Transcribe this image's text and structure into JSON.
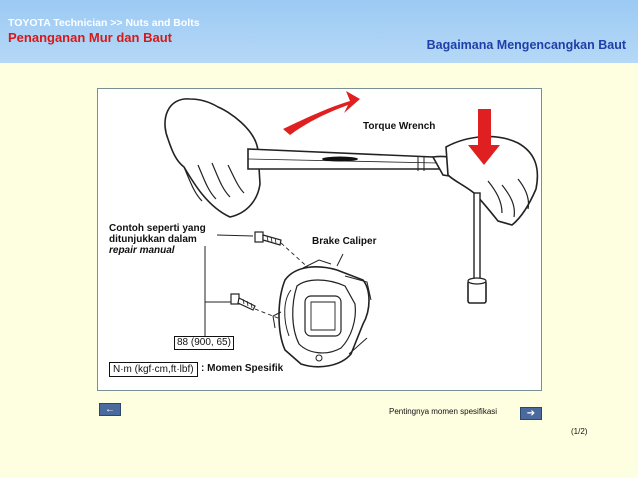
{
  "header": {
    "breadcrumb": "TOYOTA Technician >> Nuts and Bolts",
    "page_title": "Penanganan Mur dan Baut",
    "section_title": "Bagaimana Mengencangkan Baut"
  },
  "figure": {
    "torque_wrench_label": "Torque Wrench",
    "inset": {
      "note_line1": "Contoh seperti yang",
      "note_line2": "ditunjukkan dalam",
      "note_line3": "repair manual",
      "brake_caliper_label": "Brake Caliper",
      "torque_value": "88 (900, 65)",
      "unit": "N·m (kgf·cm,ft·lbf)",
      "momen_label": ": Momen Spesifik"
    }
  },
  "nav": {
    "prev_icon": "left-arrow-icon",
    "prev_glyph": "←",
    "next_label": "Pentingnya momen spesifikasi",
    "next_icon": "right-arrow-icon",
    "next_glyph": "➔",
    "page_indicator": "(1/2)"
  },
  "colors": {
    "header_bg": "#a9d1f5",
    "page_bg": "#fefee1",
    "page_title": "#d81818",
    "section_title": "#1f3fa8",
    "arrow_red": "#e02020",
    "nav_button": "#4a6a9e"
  }
}
